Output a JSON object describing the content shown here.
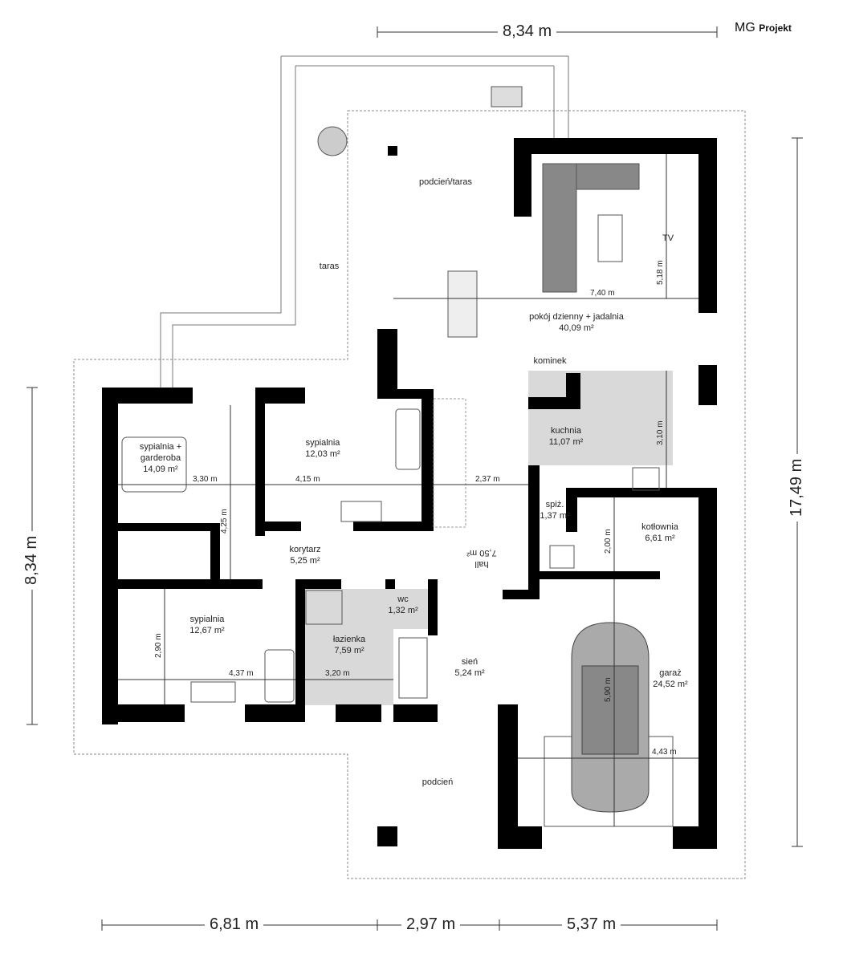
{
  "brand": {
    "logo": "MG",
    "logo_sub": "Projekt"
  },
  "outer_dims": {
    "top": "8,34 m",
    "left": "8,34 m",
    "right": "17,49 m",
    "bottom": [
      "6,81 m",
      "2,97 m",
      "5,37 m"
    ]
  },
  "rooms": [
    {
      "name": "podcień/taras"
    },
    {
      "name": "taras"
    },
    {
      "name": "pokój dzienny + jadalnia",
      "area": "40,09 m²"
    },
    {
      "name": "kominek"
    },
    {
      "name": "TV"
    },
    {
      "name": "kuchnia",
      "area": "11,07 m²"
    },
    {
      "name": "sypialnia +",
      "name2": "garderoba",
      "area": "14,09 m²"
    },
    {
      "name": "sypialnia",
      "area": "12,03 m²"
    },
    {
      "name": "korytarz",
      "area": "5,25 m²"
    },
    {
      "name": "hall",
      "area": "7,50 m²"
    },
    {
      "name": "spiż.",
      "area": "1,37 m²"
    },
    {
      "name": "kotłownia",
      "area": "6,61 m²"
    },
    {
      "name": "wc",
      "area": "1,32 m²"
    },
    {
      "name": "łazienka",
      "area": "7,59 m²"
    },
    {
      "name": "sypialnia",
      "area": "12,67 m²"
    },
    {
      "name": "sień",
      "area": "5,24 m²"
    },
    {
      "name": "garaż",
      "area": "24,52 m²"
    },
    {
      "name": "podcień"
    }
  ],
  "inner_dims": [
    "7,40 m",
    "5,18 m",
    "3,10 m",
    "3,30 m",
    "4,15 m",
    "2,37 m",
    "4,25 m",
    "2,00 m",
    "2,90 m",
    "4,37 m",
    "3,20 m",
    "5,90 m",
    "4,43 m"
  ]
}
